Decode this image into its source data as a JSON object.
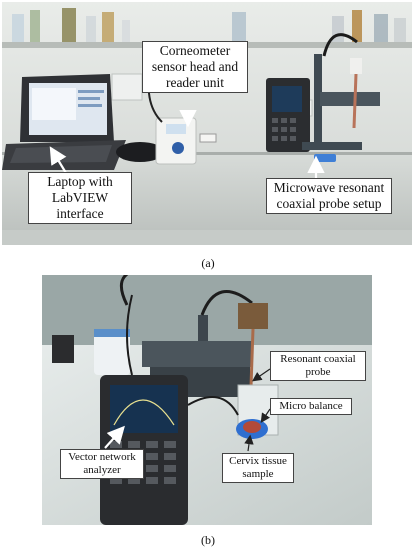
{
  "panel_a": {
    "caption": "(a)",
    "callouts": {
      "corneometer": "Corneometer sensor head and reader unit",
      "laptop": "Laptop with LabVIEW interface",
      "microwave": "Microwave resonant coaxial probe setup"
    }
  },
  "panel_b": {
    "caption": "(b)",
    "callouts": {
      "resonant": "Resonant coaxial probe",
      "balance": "Micro balance",
      "vna": "Vector network analyzer",
      "cervix": "Cervix tissue sample"
    }
  },
  "colors": {
    "callout_border": "#444444",
    "arrow": "#ffffff"
  }
}
